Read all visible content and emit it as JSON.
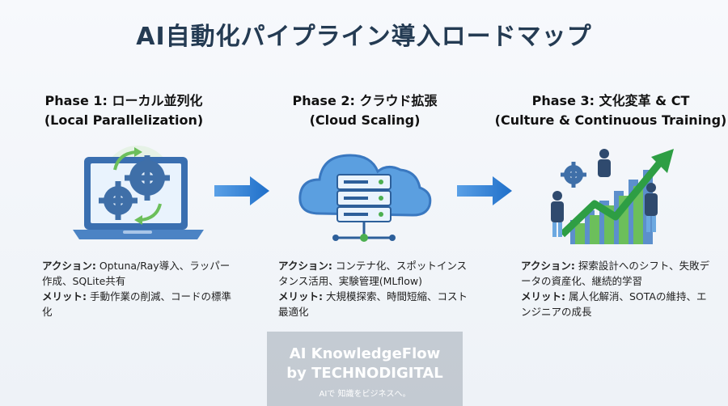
{
  "title": "AI自動化パイプライン導入ロードマップ",
  "phases": [
    {
      "heading": "Phase 1: ローカル並列化",
      "subtitle": "(Local Parallelization)",
      "action_label": "アクション:",
      "action_text": " Optuna/Ray導入、ラッパー作成、SQLite共有",
      "merit_label": "メリット:",
      "merit_text": " 手動作業の削減、コードの標準化",
      "icon": "laptop-gears-icon"
    },
    {
      "heading": "Phase 2: クラウド拡張",
      "subtitle": "(Cloud Scaling)",
      "action_label": "アクション:",
      "action_text": " コンテナ化、スポットインスタンス活用、実験管理(MLflow)",
      "merit_label": "メリット:",
      "merit_text": " 大規模探索、時間短縮、コスト最適化",
      "icon": "cloud-server-icon"
    },
    {
      "heading": "Phase 3: 文化変革 & CT",
      "subtitle": "(Culture & Continuous Training)",
      "action_label": "アクション:",
      "action_text": " 探索設計へのシフト、失敗データの資産化、継続的学習",
      "merit_label": "メリット:",
      "merit_text": " 属人化解消、SOTAの維持、エンジニアの成長",
      "icon": "team-growth-chart-icon"
    }
  ],
  "watermark": {
    "line1": "AI KnowledgeFlow",
    "line2": "by TECHNODIGITAL",
    "line3": "AIで 知識をビジネスへ。"
  },
  "colors": {
    "accent": "#2f80d8",
    "title": "#243b53",
    "green": "#4caf50"
  }
}
